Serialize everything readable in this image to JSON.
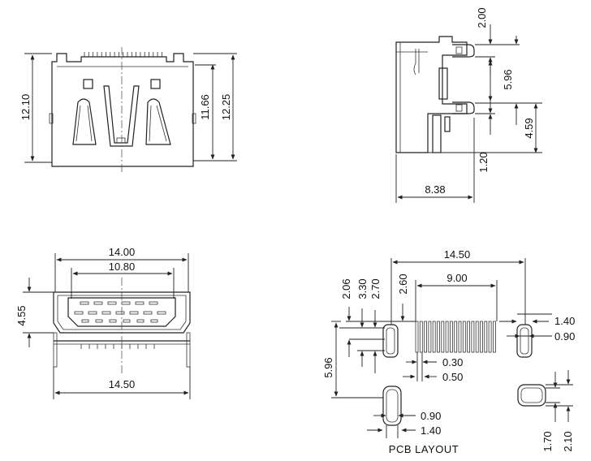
{
  "front_view": {
    "height_left": "12.10",
    "height_inner": "11.66",
    "height_right": "12.25"
  },
  "side_view": {
    "top_dim": "2.00",
    "mid_dim": "5.96",
    "right_dim": "4.59",
    "bottom_dim": "1.20",
    "depth_dim": "8.38"
  },
  "port_view": {
    "outer_width": "14.00",
    "inner_width": "10.80",
    "height": "4.55",
    "base_width": "14.50"
  },
  "pcb_layout": {
    "caption": "PCB LAYOUT",
    "overall_width": "14.50",
    "pin_span": "9.00",
    "dim_206": "2.06",
    "dim_330": "3.30",
    "dim_270": "2.70",
    "dim_260": "2.60",
    "dim_596": "5.96",
    "right_slot_w": "1.40",
    "right_slot_inner": "0.90",
    "pitch": "0.30",
    "pad_width": "0.50",
    "bottom_slot_inner": "0.90",
    "bottom_slot_w": "1.40",
    "dim_170": "1.70",
    "dim_210": "2.10"
  }
}
